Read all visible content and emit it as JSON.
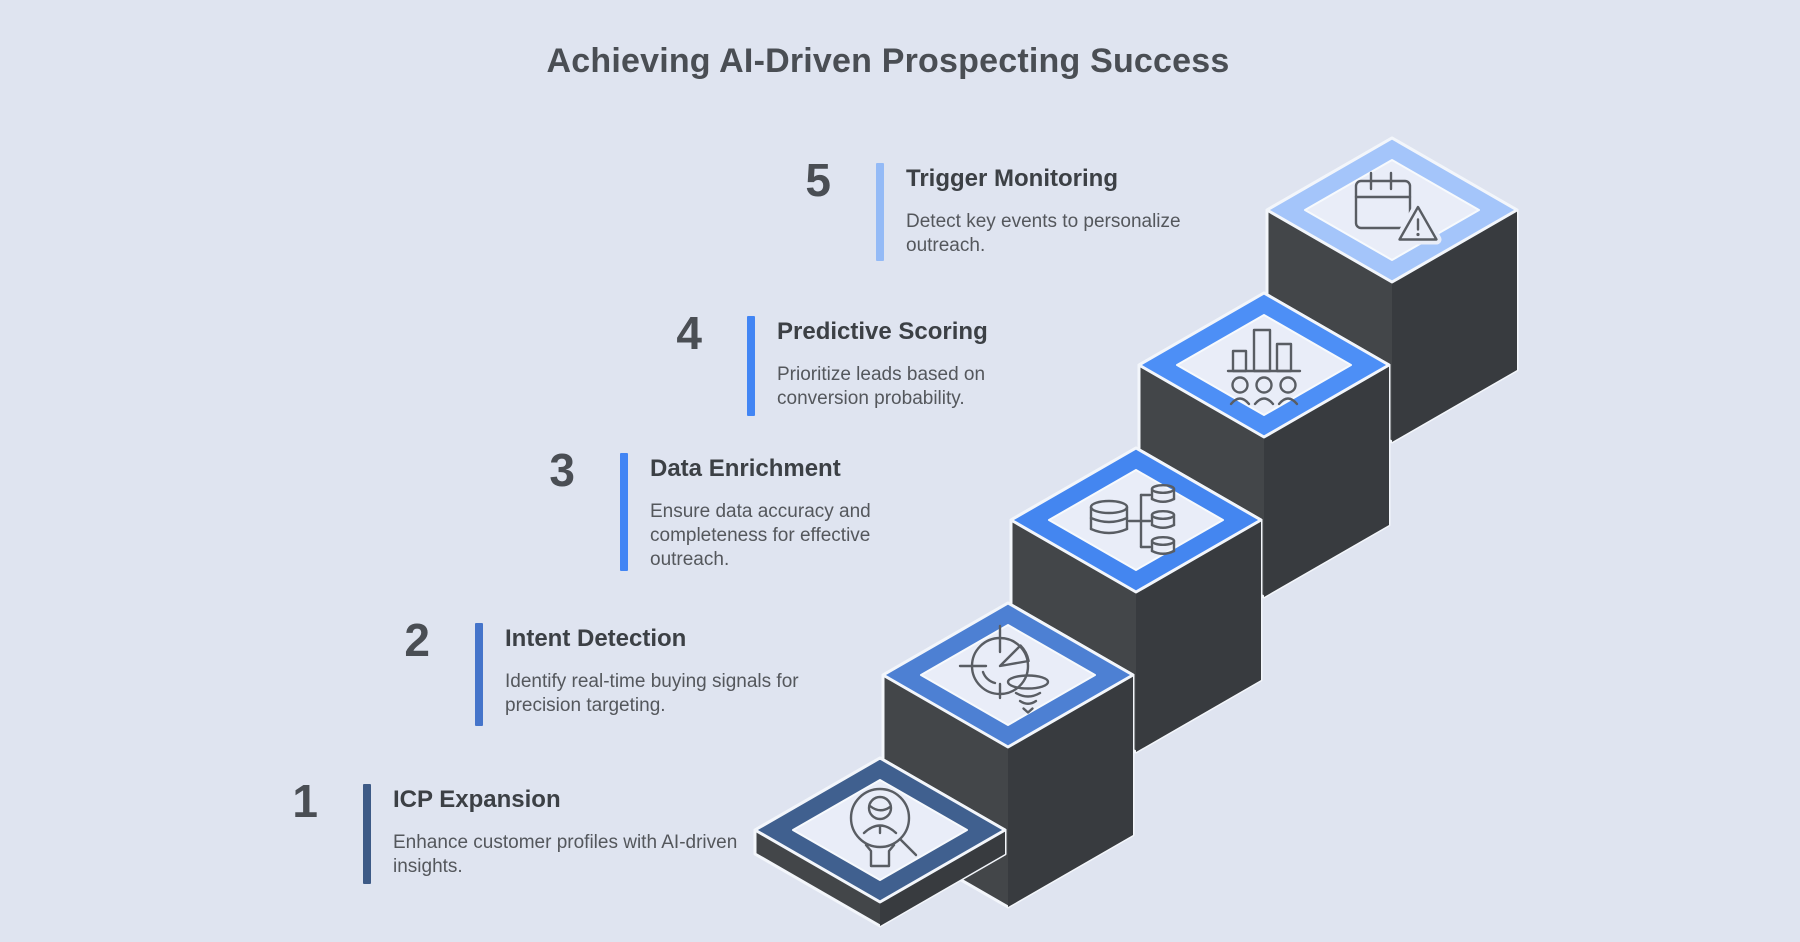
{
  "title": "Achieving AI-Driven Prospecting Success",
  "theme": {
    "background": "#dfe4f0",
    "tile_face": "#e9edf8",
    "wall_left": "#434649",
    "wall_right": "#383b3f",
    "outline": "#f3f6fb",
    "icon_stroke": "#595d63",
    "title_color": "#4a4e54",
    "heading_color": "#3c4045",
    "body_color": "#54575c"
  },
  "steps": [
    {
      "number": "1",
      "title": "ICP Expansion",
      "description": "Enhance customer profiles with AI-driven insights.",
      "accent": "#3d5a86",
      "tile_border": "#40608f",
      "icon": "person-search-icon"
    },
    {
      "number": "2",
      "title": "Intent Detection",
      "description": "Identify real-time buying signals for precision targeting.",
      "accent": "#4574ca",
      "tile_border": "#4d80d3",
      "icon": "radar-funnel-icon"
    },
    {
      "number": "3",
      "title": "Data Enrichment",
      "description": "Ensure data accuracy and completeness for effective outreach.",
      "accent": "#4285f4",
      "tile_border": "#4486f0",
      "icon": "database-branch-icon"
    },
    {
      "number": "4",
      "title": "Predictive Scoring",
      "description": "Prioritize leads based on conversion probability.",
      "accent": "#4285f4",
      "tile_border": "#4d8ff6",
      "icon": "bar-chart-people-icon"
    },
    {
      "number": "5",
      "title": "Trigger Monitoring",
      "description": "Detect key events to personalize outreach.",
      "accent": "#94baf6",
      "tile_border": "#a4c5fa",
      "icon": "calendar-alert-icon"
    }
  ]
}
